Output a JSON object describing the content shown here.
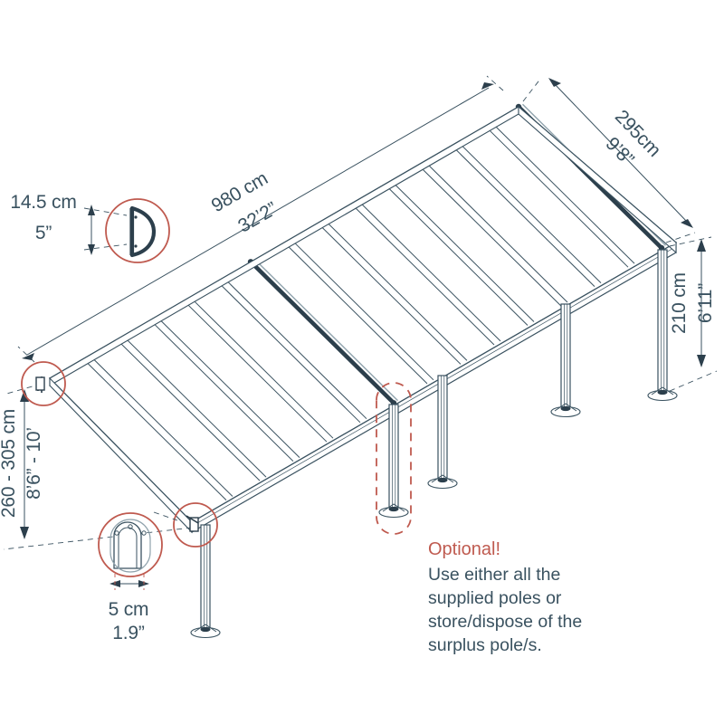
{
  "diagram": {
    "title": "Patio cover isometric dimension drawing",
    "subject": "lean-to patio cover / pergola",
    "background_color": "#ffffff",
    "line_color": "#3a5260",
    "accent_color": "#bf5a4f",
    "text_color": "#3a5260"
  },
  "dimensions": {
    "profile_height": {
      "metric": "14.5 cm",
      "imperial": "5”",
      "name": "rafter-profile-height"
    },
    "length": {
      "metric": "980 cm",
      "imperial": "32’2”",
      "name": "overall-length"
    },
    "projection": {
      "metric": "295cm",
      "imperial": "9’8”",
      "name": "overall-projection"
    },
    "front_height": {
      "metric": "210 cm",
      "imperial": "6’11”",
      "name": "front-post-height"
    },
    "wall_height": {
      "metric": "260 - 305 cm",
      "imperial": "8’6” - 10’",
      "name": "wall-mount-height-range"
    },
    "post_width": {
      "metric": "5 cm",
      "imperial": "1.9”",
      "name": "post-width"
    }
  },
  "callouts": {
    "optional": {
      "title": "Optional!",
      "lines": [
        "Use either all the",
        "supplied poles or",
        "store/dispose of the",
        "surplus pole/s."
      ]
    }
  },
  "detail_circles": [
    {
      "name": "rafter-profile-detail",
      "label": "D-profile rafter cross-section"
    },
    {
      "name": "post-profile-detail",
      "label": "post cross-section"
    },
    {
      "name": "wall-bracket-detail-upper",
      "label": "upper wall bracket"
    },
    {
      "name": "wall-bracket-detail-lower",
      "label": "lower wall bracket"
    }
  ],
  "structure": {
    "posts_total": 4,
    "optional_post_index": 2,
    "roof_panel_count": 14
  }
}
